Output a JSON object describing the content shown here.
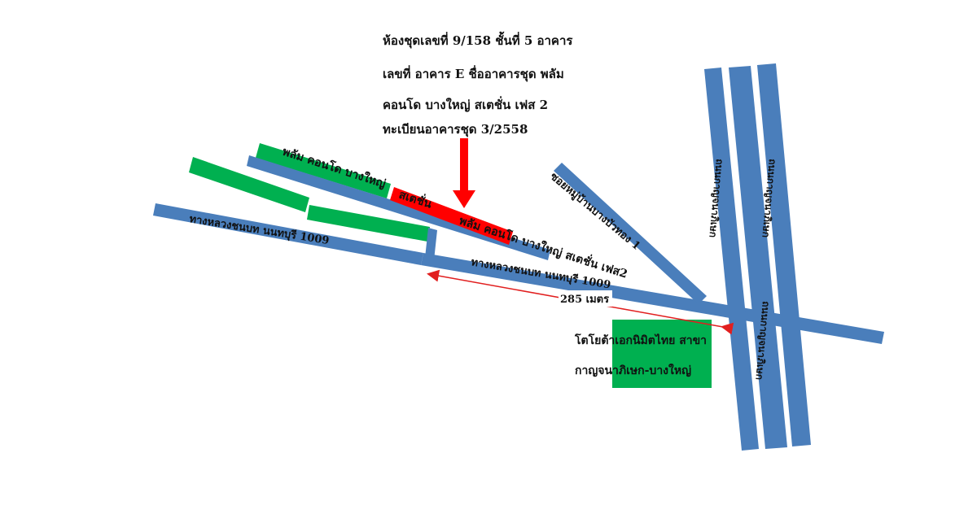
{
  "caption": {
    "lines": [
      "ห้องชุดเลขที่ 9/158 ชั้นที่ 5 อาคาร",
      "เลขที่ อาคาร E ชื่ออาคารชุด พลัม",
      "คอนโด บางใหญ่ สเตชั่น เฟส 2",
      "ทะเบียนอาคารชุด 3/2558"
    ]
  },
  "roads": {
    "highway_upper_label": "ทางหลวงชนบท นนทบุรี 1009",
    "highway_lower_label": "ทางหลวงชนบท นนทบุรี 1009",
    "soi_label": "ซอยหมู่บ้านบางบัวทอง 1",
    "kanchana_left_label": "ถนนกาญจนาภิเษก",
    "kanchana_right_label": "ถนนกาญจนาภิเษก",
    "kanchana_bottom_label": "ถนนกาญจนาภิเษก"
  },
  "project": {
    "label_part1": "พลัม คอนโด บางใหญ่",
    "label_part2": "สเตชั่น",
    "label_part3": "พลัม คอนโด บางใหญ่ สเตชั่น เฟส2"
  },
  "distance": {
    "label": "285 เมตร"
  },
  "landmark": {
    "line1": "โตโยต้าเอกนิมิตไทย สาขา",
    "line2": "กาญจนาภิเษก-บางใหญ่"
  },
  "colors": {
    "road": "#4a7ebb",
    "green": "#00b050",
    "highlight": "#ff0000",
    "arrow": "#ff0000",
    "distance_line": "#e11f1f"
  }
}
